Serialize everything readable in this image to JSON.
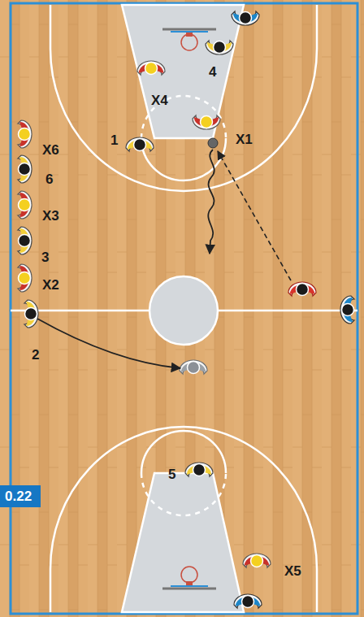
{
  "diagram": {
    "nodes": [
      {
        "text": [
          "0.22"
        ]
      }
    ],
    "labels": [
      "4",
      "X4",
      "1",
      "X1",
      "X6",
      "6",
      "X3",
      "3",
      "X2",
      "2",
      "5",
      "X5"
    ]
  }
}
